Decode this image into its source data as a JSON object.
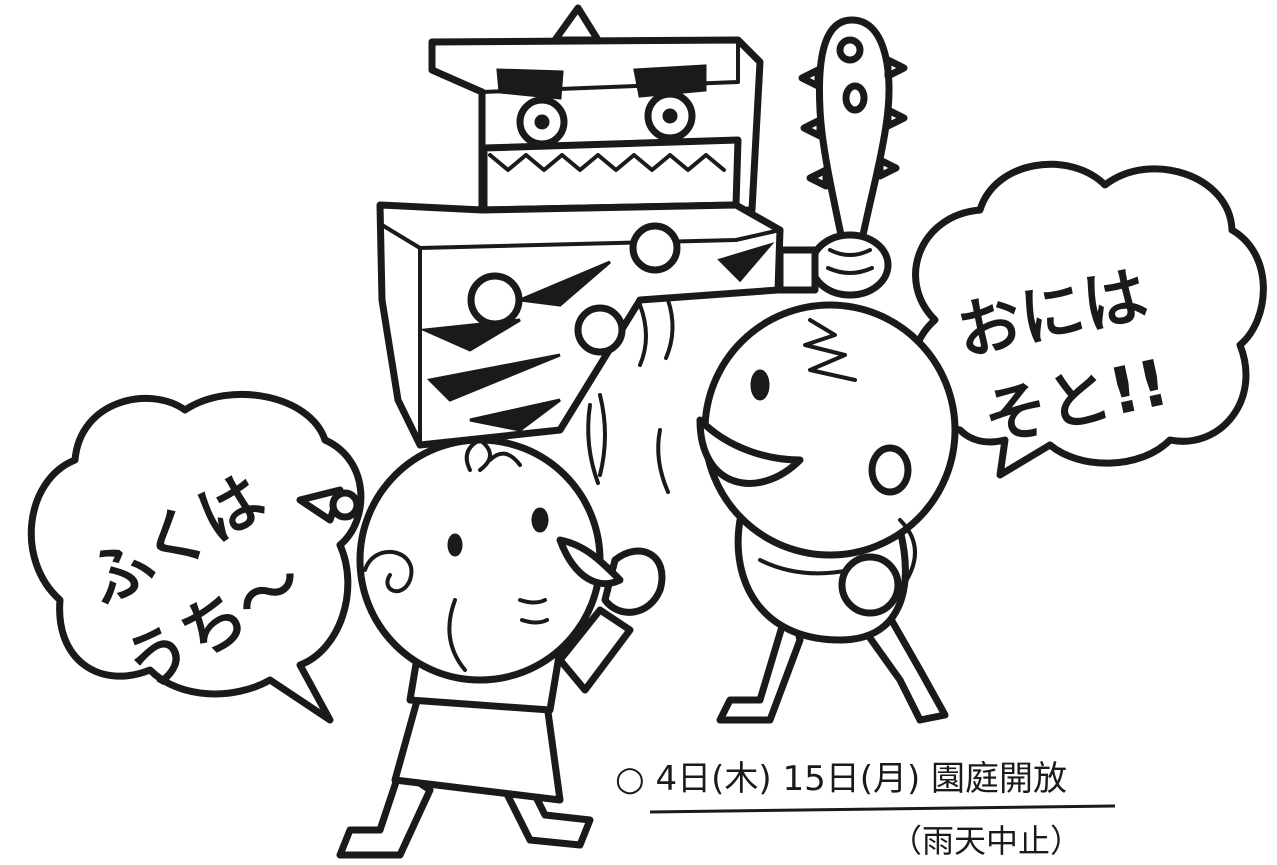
{
  "bubbles": {
    "right": {
      "line1": "おには",
      "line2": "そと!!"
    },
    "left": {
      "line1": "ふくは",
      "line2": "うち～"
    }
  },
  "notice": {
    "main": "○ 4日(木) 15日(月) 園庭開放",
    "sub": "（雨天中止）"
  },
  "icons": {
    "oni": "oni-box-costume-icon",
    "club": "spiked-club-icon",
    "child_right": "child-throwing-beans-icon",
    "child_left": "child-shouting-icon"
  }
}
